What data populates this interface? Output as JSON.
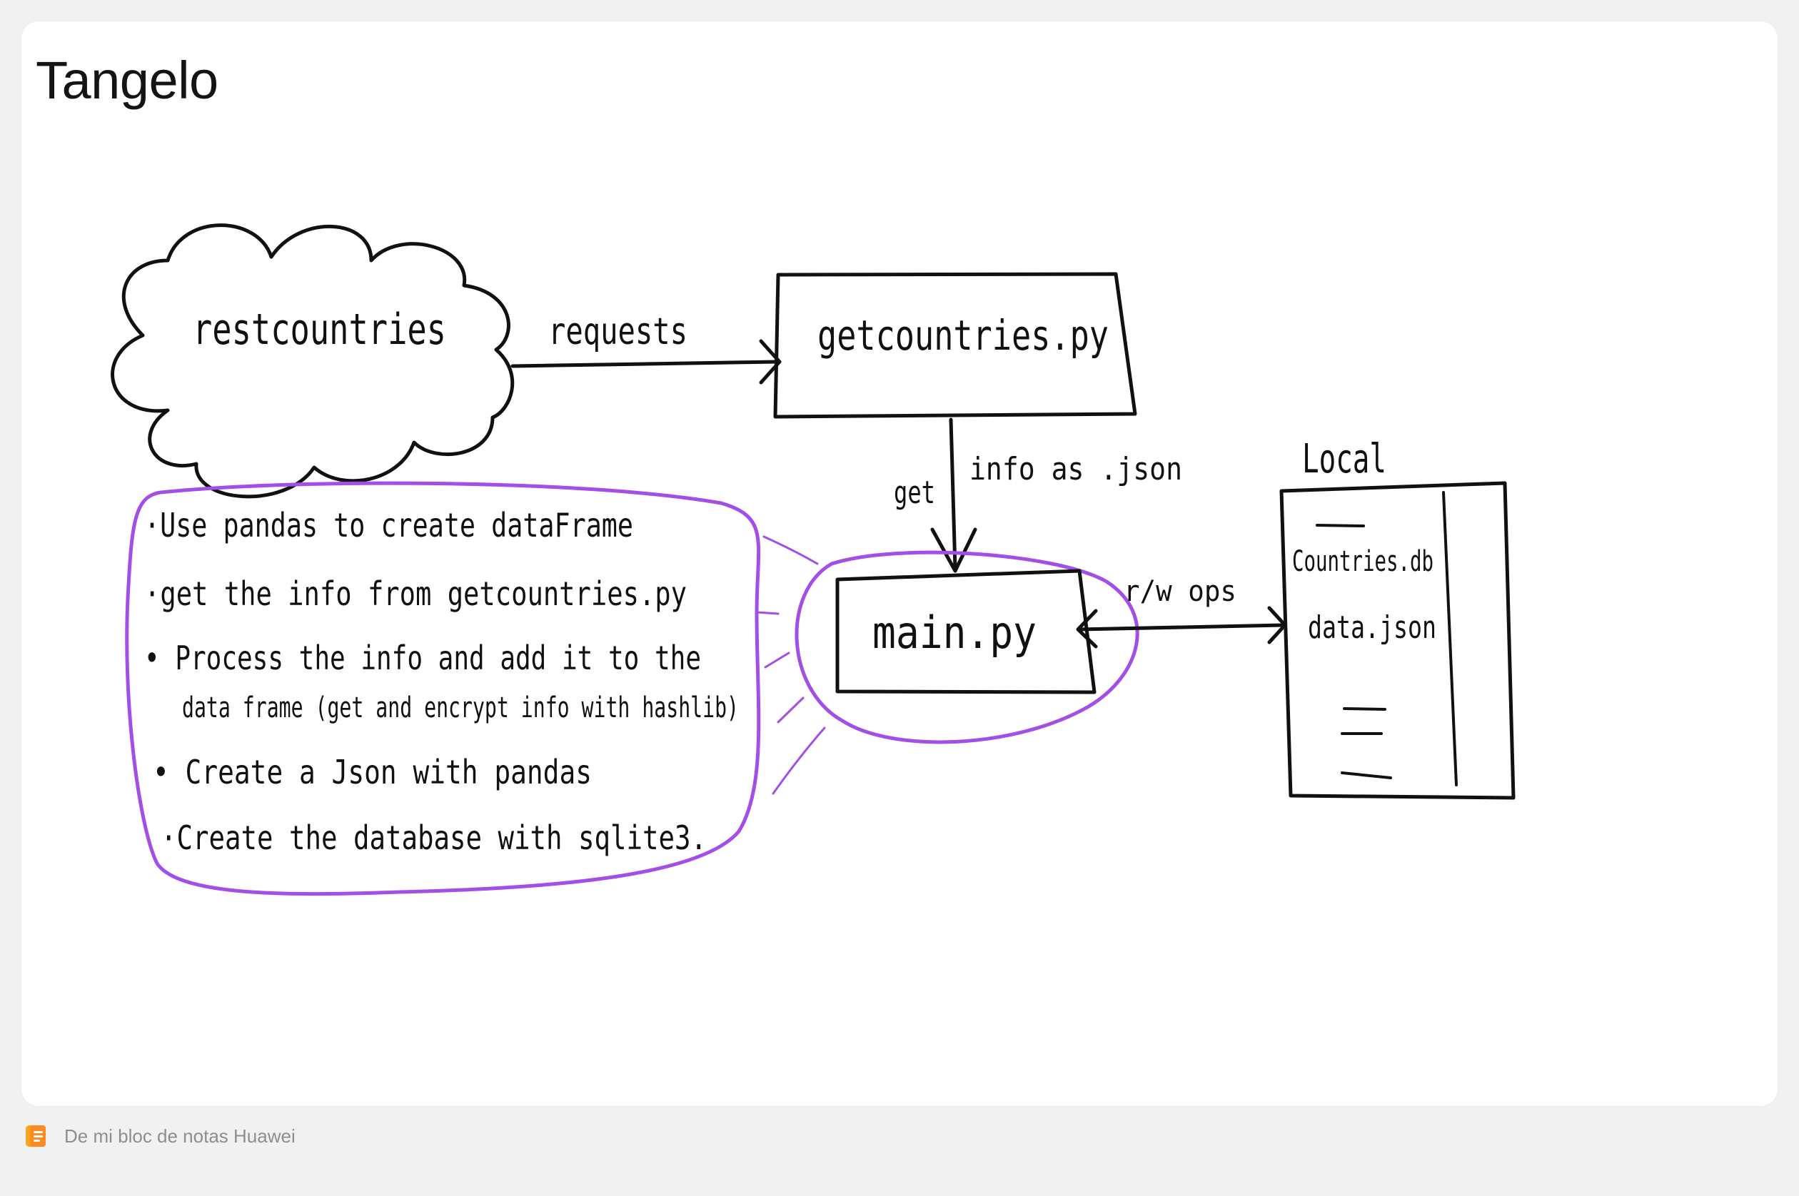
{
  "note": {
    "title": "Tangelo"
  },
  "diagram": {
    "cloud_label": "restcountries",
    "edge_requests": "requests",
    "box_getcountries": "getcountries.py",
    "edge_get": "get",
    "edge_info_json": "info as .json",
    "box_main": "main.py",
    "edge_rw_ops": "r/w ops",
    "storage_title": "Local",
    "storage_files": [
      "Countries.db",
      "data.json"
    ],
    "notes": [
      "·Use pandas to create dataFrame",
      "·get the info from getcountries.py",
      "• Process the info and add it to the",
      "data frame (get and encrypt info with hashlib)",
      "• Create a Json with pandas",
      "·Create the database with sqlite3."
    ]
  },
  "colors": {
    "ink": "#111111",
    "highlight": "#a24fe6",
    "page": "#f1f1f1",
    "card": "#ffffff"
  },
  "footer": {
    "text": "De mi bloc de notas Huawei",
    "icon": "notepad-icon"
  }
}
